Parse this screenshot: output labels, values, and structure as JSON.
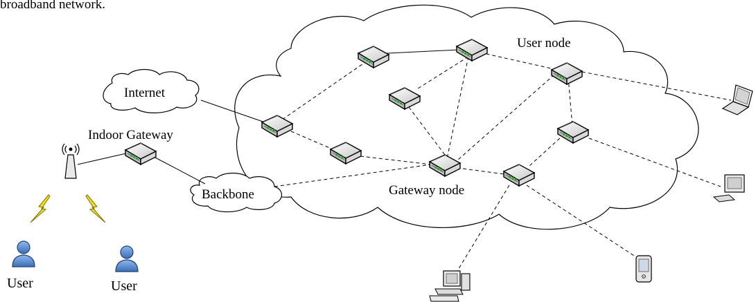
{
  "caption_fragment": "broadband network.",
  "labels": {
    "user_node": "User node",
    "internet": "Internet",
    "indoor_gateway": "Indoor Gateway",
    "backbone": "Backbone",
    "gateway_node": "Gateway node",
    "user_left": "User",
    "user_right": "User"
  },
  "colors": {
    "lines": "#000000",
    "router_body": "#e9e9e9",
    "router_accent": "#2e9a2e",
    "lightning": "#f2e21a",
    "user_icon": "#5b8fd4"
  },
  "icons": [
    "router-icon",
    "antenna-icon",
    "lightning-icon",
    "user-icon",
    "laptop-icon",
    "desktop-icon",
    "pda-icon"
  ]
}
